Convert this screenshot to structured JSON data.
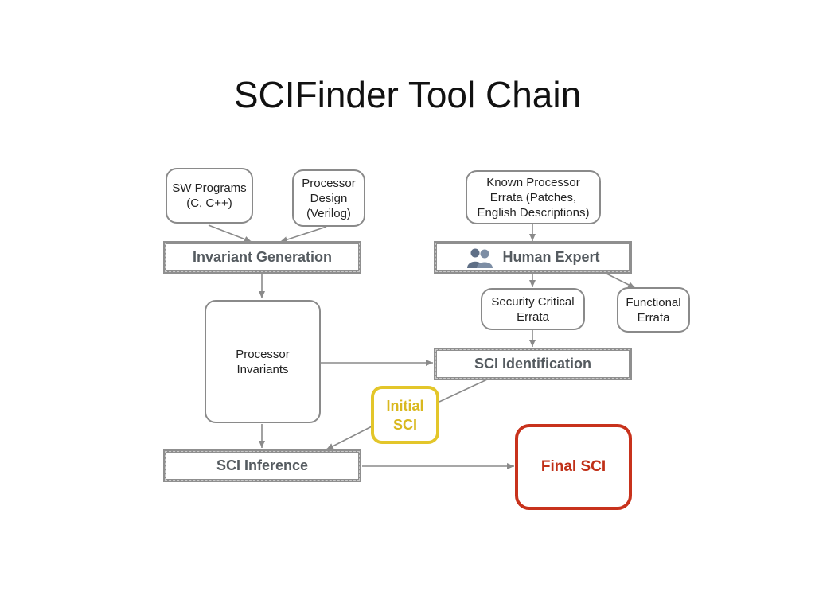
{
  "title": "SCIFinder Tool Chain",
  "nodes": {
    "sw_programs": "SW Programs\n(C, C++)",
    "processor_design": "Processor\nDesign\n(Verilog)",
    "known_errata": "Known Processor\nErrata (Patches,\nEnglish Descriptions)",
    "invariant_generation": "Invariant Generation",
    "human_expert": "Human Expert",
    "security_errata": "Security Critical\nErrata",
    "functional_errata": "Functional\nErrata",
    "processor_invariants": "Processor\nInvariants",
    "sci_identification": "SCI Identification",
    "initial_sci": "Initial\nSCI",
    "sci_inference": "SCI Inference",
    "final_sci": "Final SCI"
  },
  "icons": {
    "human_expert": "people-icon"
  },
  "colors": {
    "stage_border": "#8f8f8f",
    "initial_sci": "#e3c62a",
    "final_sci": "#c8321c",
    "edge": "#8a8a8a"
  }
}
